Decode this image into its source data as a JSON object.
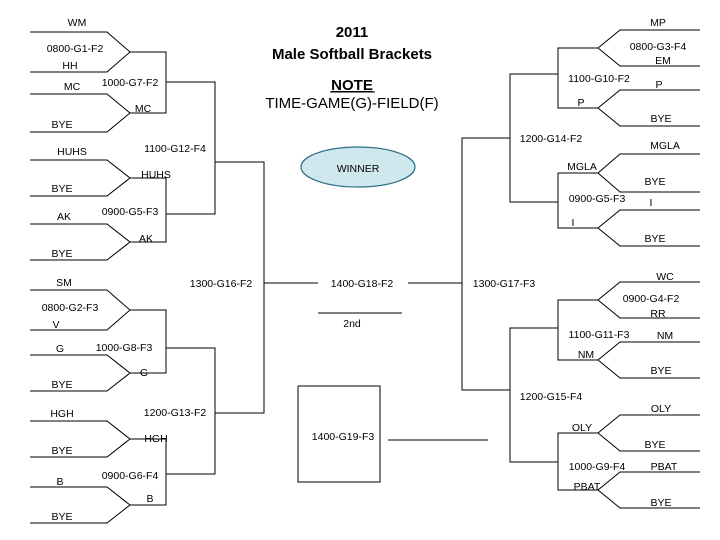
{
  "header": {
    "year": "2011",
    "title": "Male Softball Brackets",
    "note_label": "NOTE",
    "note_text": "TIME-GAME(G)-FIELD(F)"
  },
  "winner_label": "WINNER",
  "final_game": "1400-G18-F2",
  "second_place": "2nd",
  "consolation_game": "1400-G19-F3",
  "left_bracket": {
    "round1_teams": [
      "WM",
      "HH",
      "MC",
      "BYE",
      "HUHS",
      "BYE",
      "AK",
      "BYE",
      "SM",
      "V",
      "G",
      "BYE",
      "HGH",
      "BYE",
      "B",
      "BYE"
    ],
    "round1_games": [
      "0800-G1-F2",
      "0800-G2-F3"
    ],
    "round2_games": [
      "1000-G7-F2",
      "0900-G5-F3",
      "1000-G8-F3",
      "0900-G6-F4"
    ],
    "round2_teams": [
      "MC",
      "HUHS",
      "AK",
      "G",
      "HGH",
      "B"
    ],
    "round3_games": [
      "1100-G12-F4",
      "1200-G13-F2"
    ],
    "semi_game": "1300-G16-F2"
  },
  "right_bracket": {
    "round1_teams": [
      "MP",
      "EM",
      "P",
      "BYE",
      "MGLA",
      "BYE",
      "I",
      "BYE",
      "WC",
      "RR",
      "NM",
      "BYE",
      "OLY",
      "BYE",
      "PBAT",
      "BYE"
    ],
    "round1_games": [
      "0800-G3-F4",
      "0900-G4-F2"
    ],
    "round2_games": [
      "1100-G10-F2",
      "0900-G5-F3",
      "1100-G11-F3",
      "1000-G9-F4"
    ],
    "round2_teams": [
      "P",
      "MGLA",
      "I",
      "NM",
      "OLY",
      "PBAT"
    ],
    "round3_games": [
      "1200-G14-F2",
      "1200-G15-F4"
    ],
    "semi_game": "1300-G17-F3"
  },
  "colors": {
    "winner_fill": "#cfe8ee",
    "winner_stroke": "#2f6f86",
    "line": "#000000"
  }
}
